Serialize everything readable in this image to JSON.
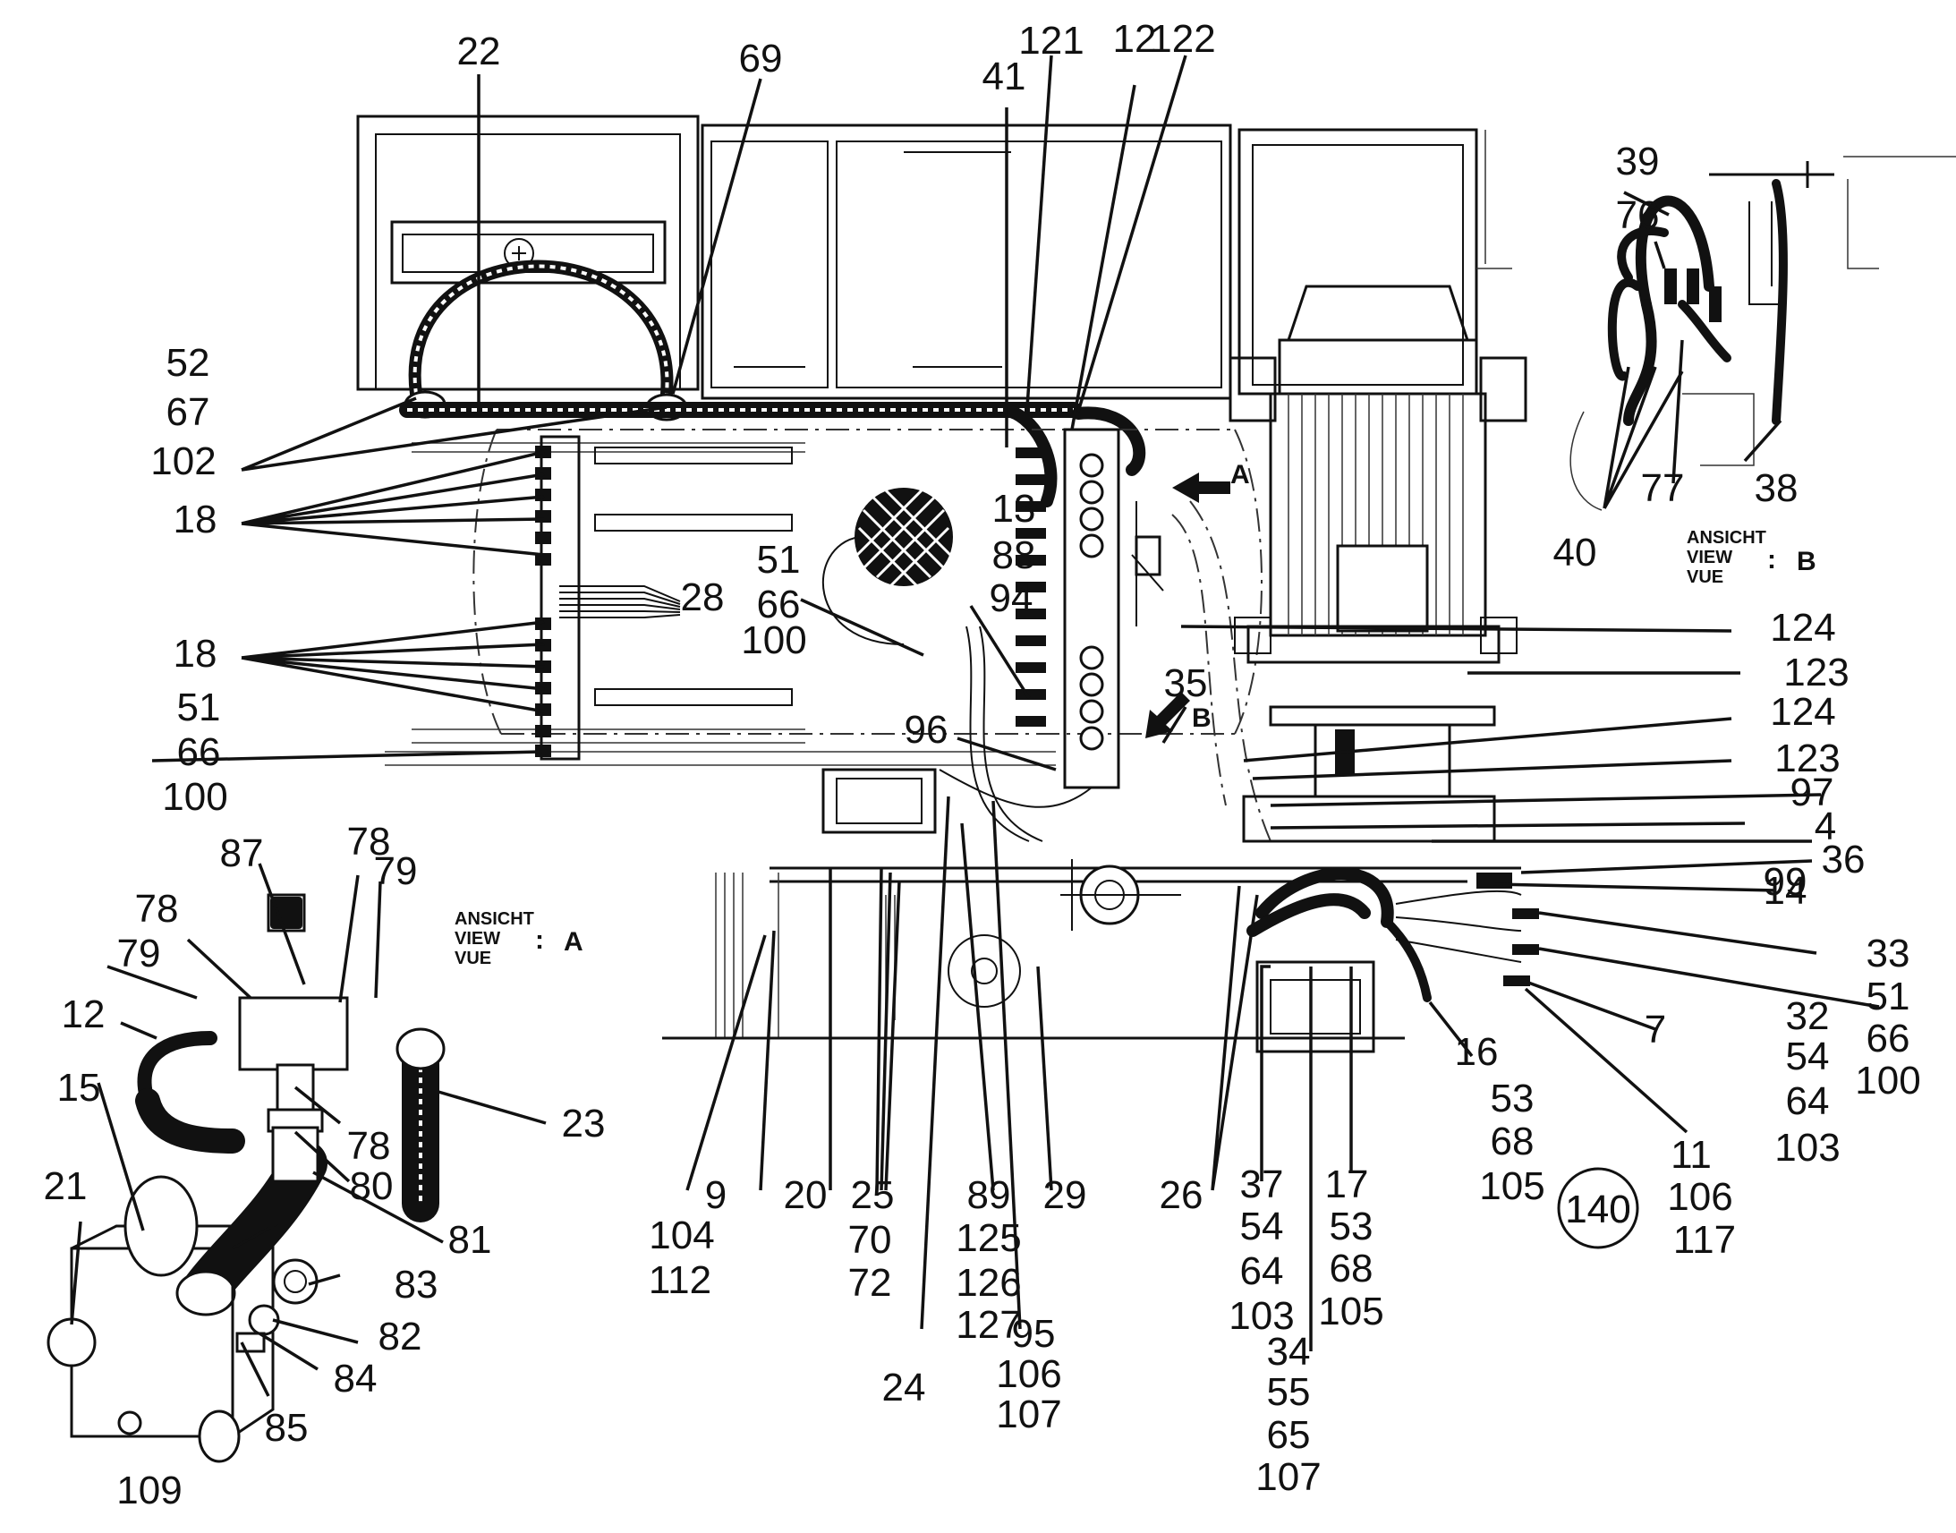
{
  "diagram": {
    "callouts": [
      "22",
      "69",
      "41",
      "121",
      "12",
      "122",
      "52",
      "67",
      "102",
      "18",
      "13",
      "88",
      "51",
      "66",
      "100",
      "94",
      "28",
      "18",
      "51",
      "66",
      "100",
      "35",
      "96",
      "39",
      "76",
      "77",
      "38",
      "40",
      "124",
      "123",
      "124",
      "123",
      "97",
      "4",
      "36",
      "99",
      "14",
      "33",
      "51",
      "66",
      "100",
      "32",
      "54",
      "64",
      "103",
      "7",
      "16",
      "53",
      "68",
      "105",
      "11",
      "106",
      "117",
      "140",
      "87",
      "78",
      "79",
      "78",
      "79",
      "12",
      "15",
      "23",
      "78",
      "80",
      "81",
      "21",
      "83",
      "82",
      "84",
      "85",
      "109",
      "9",
      "104",
      "112",
      "20",
      "25",
      "70",
      "72",
      "89",
      "125",
      "126",
      "127",
      "29",
      "24",
      "95",
      "106",
      "107",
      "26",
      "37",
      "54",
      "64",
      "103",
      "17",
      "53",
      "68",
      "105",
      "34",
      "55",
      "65",
      "107"
    ],
    "view_a": {
      "line1": "ANSICHT",
      "line2": "VIEW",
      "line3": "VUE",
      "letter": "A",
      "colon": ":"
    },
    "view_b": {
      "line1": "ANSICHT",
      "line2": "VIEW",
      "line3": "VUE",
      "letter": "B",
      "colon": ":"
    },
    "arrow_a_letter": "A",
    "arrow_b_letter": "B",
    "circled_number": "140"
  }
}
